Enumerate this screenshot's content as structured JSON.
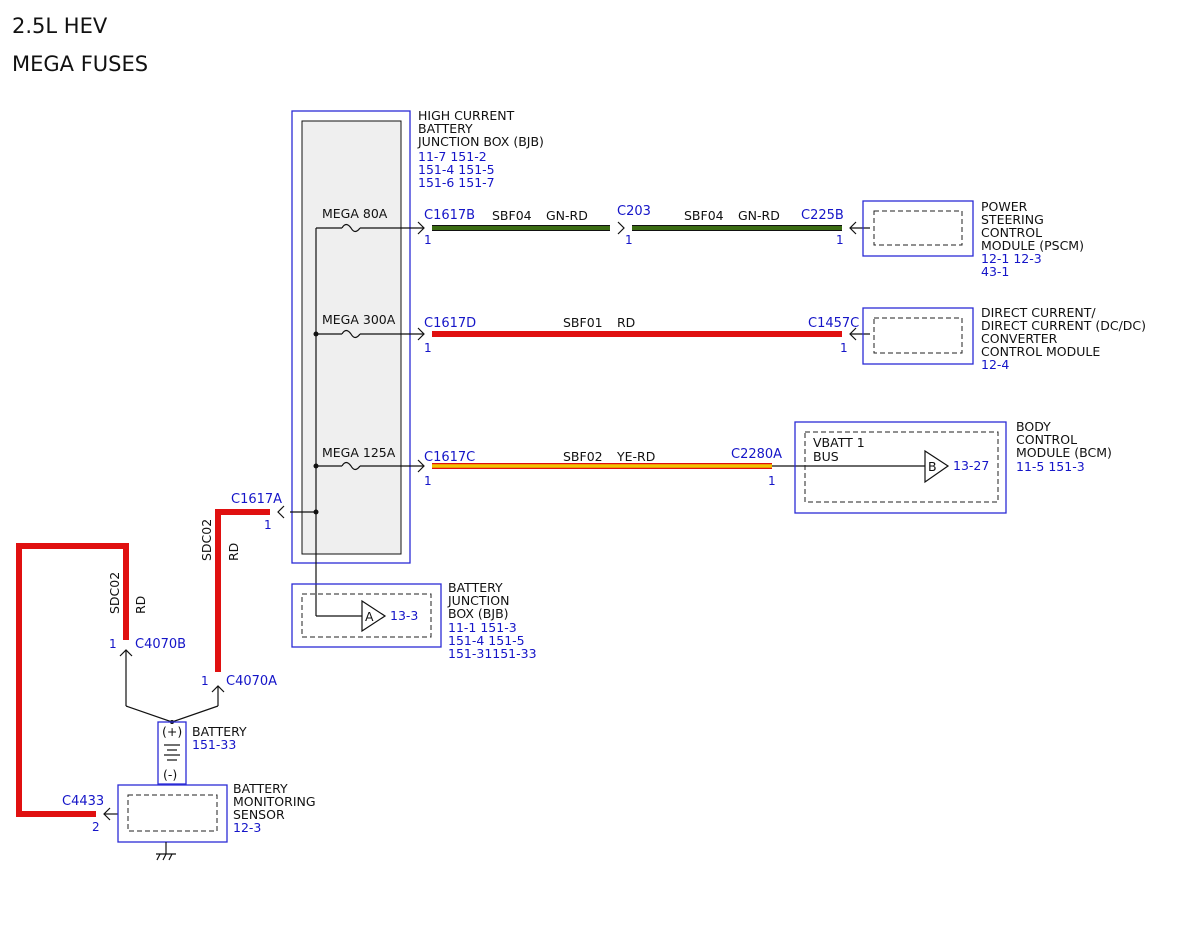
{
  "header": {
    "title_line1": "2.5L HEV",
    "title_line2": "MEGA FUSES"
  },
  "colors": {
    "wire_red": "#e01010",
    "wire_green": "#3a6b12",
    "wire_yellow": "#f2c400",
    "connector_text": "#1515c8",
    "component_outline": "#2b2bd6",
    "component_fill": "#efefef"
  },
  "bjb_high_current": {
    "name": [
      "HIGH CURRENT",
      "BATTERY",
      "JUNCTION BOX (BJB)"
    ],
    "refs": [
      "11-7   151-2",
      "151-4 151-5",
      "151-6 151-7"
    ],
    "fuses": [
      {
        "label": "MEGA  80A"
      },
      {
        "label": "MEGA  300A"
      },
      {
        "label": "MEGA  125A"
      }
    ]
  },
  "circuits": {
    "pscm": {
      "connector_start": "C1617B",
      "pin_start": "1",
      "inline_connector": "C203",
      "pin_inline": "1",
      "circuit_a": "SBF04",
      "color_a": "GN-RD",
      "circuit_b": "SBF04",
      "color_b": "GN-RD",
      "connector_end": "C225B",
      "pin_end": "1"
    },
    "dcdc": {
      "connector_start": "C1617D",
      "pin_start": "1",
      "circuit": "SBF01",
      "color": "RD",
      "connector_end": "C1457C",
      "pin_end": "1"
    },
    "bcm": {
      "connector_start": "C1617C",
      "pin_start": "1",
      "circuit": "SBF02",
      "color": "YE-RD",
      "connector_end": "C2280A",
      "pin_end": "1"
    },
    "feed": {
      "connector_bjb": "C1617A",
      "pin_bjb": "1",
      "circuit": "SDC02",
      "color": "RD",
      "connector_batt": "C4070A",
      "pin_batt": "1"
    },
    "sensor_feed": {
      "circuit": "SDC02",
      "color": "RD",
      "connector_batt": "C4070B",
      "pin_batt": "1",
      "connector_sensor": "C4433",
      "pin_sensor": "2"
    }
  },
  "components": {
    "pscm": {
      "name": [
        "POWER",
        "STEERING",
        "CONTROL",
        "MODULE (PSCM)"
      ],
      "refs": [
        "12-1   12-3",
        "43-1"
      ]
    },
    "dcdc": {
      "name": [
        "DIRECT CURRENT/",
        "DIRECT CURRENT (DC/DC)",
        "CONVERTER",
        "CONTROL MODULE"
      ],
      "refs": [
        "12-4"
      ]
    },
    "bcm": {
      "name": [
        "BODY",
        "CONTROL",
        "MODULE (BCM)"
      ],
      "refs": [
        "11-5   151-3"
      ],
      "internal_label": [
        "VBATT 1",
        "BUS"
      ],
      "ref_letter": "B",
      "ref_page": "13-27"
    },
    "bjb_battery": {
      "name": [
        "BATTERY",
        "JUNCTION",
        "BOX (BJB)"
      ],
      "refs": [
        "11-1   151-3",
        "151-4 151-5",
        "151-31151-33"
      ],
      "ref_letter": "A",
      "ref_page": "13-3"
    },
    "battery": {
      "name": "BATTERY",
      "ref": "151-33",
      "pos": "(+)",
      "neg": "(-)"
    },
    "bms": {
      "name": [
        "BATTERY",
        "MONITORING",
        "SENSOR"
      ],
      "refs": [
        "12-3"
      ]
    }
  }
}
